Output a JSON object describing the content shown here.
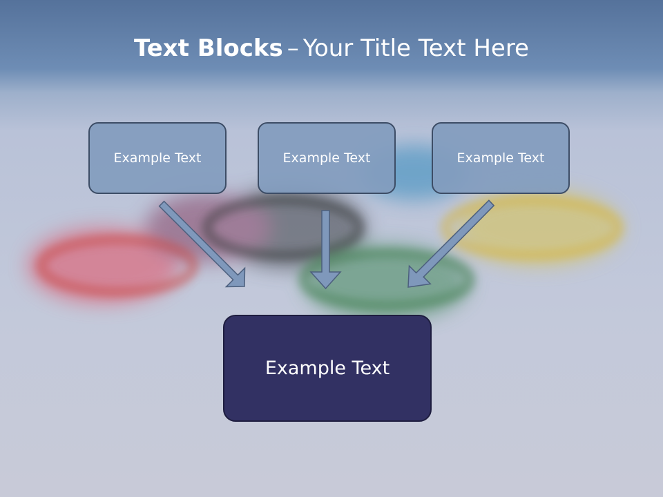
{
  "title": {
    "bold": "Text Blocks",
    "separator": "–",
    "rest": "Your Title Text Here"
  },
  "blocks": [
    {
      "label": "Example Text"
    },
    {
      "label": "Example Text"
    },
    {
      "label": "Example Text"
    }
  ],
  "target": {
    "label": "Example Text"
  },
  "colors": {
    "small_box_fill": "#829cbe",
    "small_box_border": "#3d4d66",
    "target_fill": "#323163",
    "arrow_fill": "#7f98bb",
    "arrow_stroke": "#4c5f7d"
  }
}
